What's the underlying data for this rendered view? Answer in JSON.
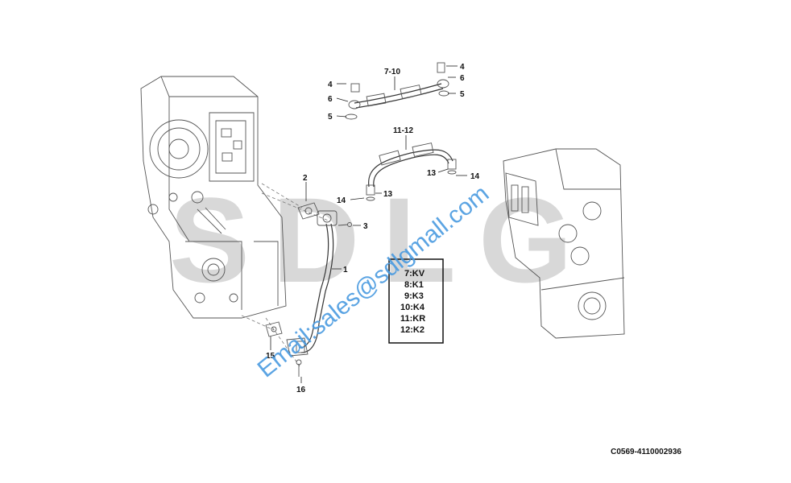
{
  "watermark": {
    "letters": "SDLG",
    "email": "Email:sales@sdlgmall.com"
  },
  "callouts": {
    "c1": "1",
    "c2": "2",
    "c3": "3",
    "c4a": "4",
    "c4b": "4",
    "c5a": "5",
    "c5b": "5",
    "c6a": "6",
    "c6b": "6",
    "c7_10": "7-10",
    "c11_12": "11-12",
    "c13a": "13",
    "c13b": "13",
    "c14a": "14",
    "c14b": "14",
    "c15": "15",
    "c16": "16"
  },
  "legend": {
    "items": [
      "7:KV",
      "8:K1",
      "9:K3",
      "10:K4",
      "11:KR",
      "12:K2"
    ]
  },
  "drawing_code": "C0569-4110002936"
}
